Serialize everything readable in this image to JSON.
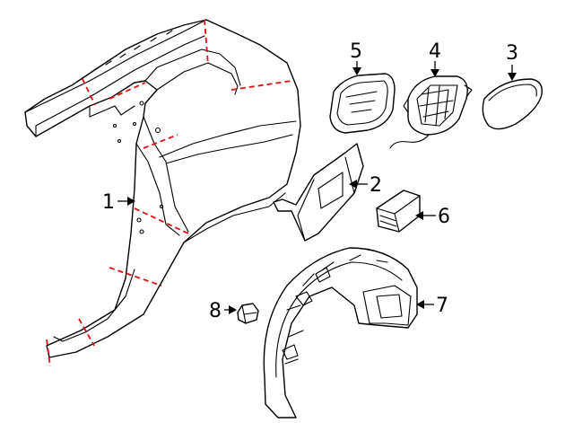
{
  "cut_line_color": "#dd1111",
  "line_color": "#000000",
  "callouts": [
    {
      "id": "1",
      "label": "1"
    },
    {
      "id": "2",
      "label": "2"
    },
    {
      "id": "3",
      "label": "3"
    },
    {
      "id": "4",
      "label": "4"
    },
    {
      "id": "5",
      "label": "5"
    },
    {
      "id": "6",
      "label": "6"
    },
    {
      "id": "7",
      "label": "7"
    },
    {
      "id": "8",
      "label": "8"
    }
  ]
}
